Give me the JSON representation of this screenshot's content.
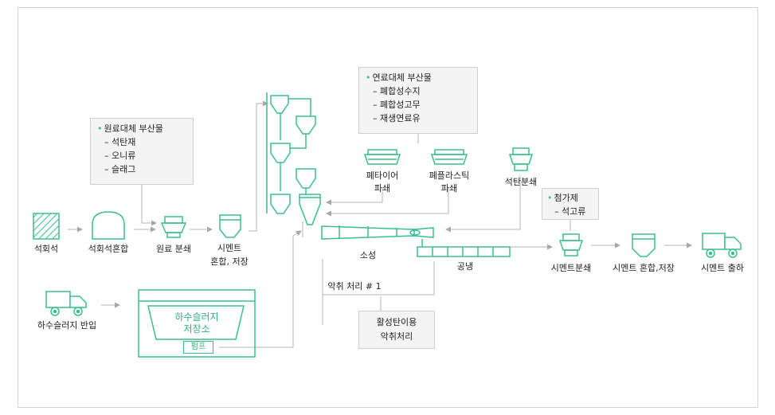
{
  "colors": {
    "accent": "#3bbf8a",
    "line": "#b5b5b5",
    "box_bg": "#f4f4f4"
  },
  "boxes": {
    "raw_alt": {
      "title": "원료대체 부산물",
      "items": [
        "석탄재",
        "오니류",
        "슬래그"
      ]
    },
    "fuel_alt": {
      "title": "연료대체 부산물",
      "items": [
        "폐합성수지",
        "폐합성고무",
        "재생연료유"
      ]
    },
    "additive": {
      "title": "첨가제",
      "items": [
        "석고류"
      ]
    },
    "activated_carbon": {
      "line1": "활성탄이용",
      "line2": "악취처리"
    }
  },
  "labels": {
    "limestone": "석회석",
    "limestone_mix": "석회석혼합",
    "raw_grind": "원료 분쇄",
    "cement_mix_store_1": "시멘트",
    "cement_mix_store_2": "혼합, 저장",
    "waste_tire_1": "폐타이어",
    "waste_tire_2": "파쇄",
    "waste_plastic_1": "폐플라스틱",
    "waste_plastic_2": "파쇄",
    "coal_grind": "석탄분쇄",
    "firing": "소성",
    "cooling": "공냉",
    "cement_grind": "시멘트분쇄",
    "cement_mix_store": "시멘트 혼합,저장",
    "cement_ship": "시멘트 출하",
    "sludge_in": "하수슬러지 반입",
    "odor": "악취 처리 # 1",
    "sludge_storage_1": "하수슬러지",
    "sludge_storage_2": "저장소",
    "pump": "펌프"
  },
  "icons": [
    "hatched-square-icon",
    "dome-icon",
    "mill-icon",
    "silo-icon",
    "cyclone-preheater-icon",
    "shredder-icon",
    "kiln-icon",
    "cooler-icon",
    "truck-icon",
    "storage-tank-icon"
  ]
}
